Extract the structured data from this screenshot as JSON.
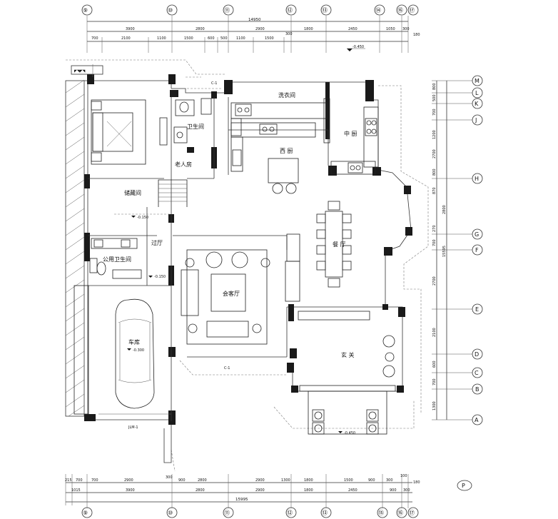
{
  "axes_top": [
    "⑨",
    "⑩",
    "⑪",
    "⑫",
    "⑬",
    "⑭",
    "⑯",
    "⑰"
  ],
  "axes_bottom": [
    "⑨",
    "⑩",
    "⑪",
    "⑫",
    "⑬",
    "⑮",
    "⑯",
    "⑰"
  ],
  "axes_right": [
    "M",
    "L",
    "K",
    "J",
    "H",
    "G",
    "F",
    "E",
    "D",
    "C",
    "B",
    "A"
  ],
  "dims_top_total": "14950",
  "dims_top_row1": [
    "3900",
    "2800",
    "2900",
    "1800",
    "2450",
    "1050",
    "300"
  ],
  "dims_top_row2": [
    "700",
    "2100",
    "1100",
    "1500",
    "600",
    "500",
    "1100",
    "1500",
    "300"
  ],
  "dims_top_end": "180",
  "dims_bottom_row1": [
    "215",
    "700",
    "700",
    "2900",
    "300",
    "900",
    "2800",
    "2900",
    "1300",
    "1800",
    "1500",
    "900",
    "300",
    "100",
    "180"
  ],
  "dims_bottom_row2": [
    "1015",
    "3900",
    "2800",
    "2900",
    "1800",
    "2450",
    "900",
    "300"
  ],
  "dims_bottom_total": "15995",
  "dims_right_a": [
    "800",
    "500",
    "700",
    "1200",
    "2700",
    "800",
    "870",
    "270",
    "700",
    "2700",
    "2100",
    "600",
    "700",
    "1300"
  ],
  "dims_right_b": [
    "2800",
    "15595"
  ],
  "rooms": {
    "laundry": "洗衣间",
    "bath_upper": "卫生间",
    "chinese_kitchen": "中 厨",
    "western_kitchen": "西 厨",
    "elder_room": "老人房",
    "storage": "储藏间",
    "dining": "餐 厅",
    "public_bath": "公用卫生间",
    "hall": "过厅",
    "living": "会客厅",
    "garage": "车库",
    "foyer": "玄 关"
  },
  "levels": {
    "top": "-0.450",
    "storage": "-0.150",
    "hall": "-0.150",
    "garage": "-0.300",
    "entry": "-0.450"
  },
  "labels": {
    "c1_top": "C-1",
    "c1_mid": "C-1",
    "jlm": "JLM-1",
    "north": "P"
  }
}
